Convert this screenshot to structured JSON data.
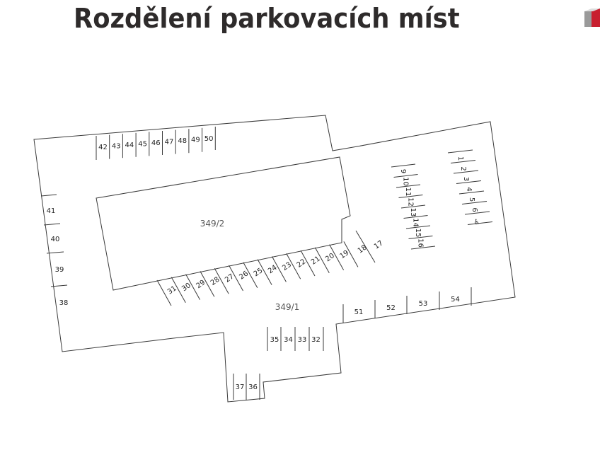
{
  "title": "Rozdělení parkovacích míst",
  "logo": {
    "icon": "brand-logo-icon",
    "colors": [
      "#c8202f",
      "#9a9a9a"
    ]
  },
  "plan": {
    "areas": {
      "building": "349/2",
      "courtyard": "349/1"
    },
    "spots": {
      "top_row": [
        "42",
        "43",
        "44",
        "45",
        "46",
        "47",
        "48",
        "49",
        "50"
      ],
      "left_column": [
        "41",
        "40",
        "39",
        "38"
      ],
      "diagonal_row": [
        "31",
        "30",
        "29",
        "28",
        "27",
        "26",
        "25",
        "24",
        "23",
        "22",
        "21",
        "20",
        "19",
        "18",
        "17"
      ],
      "right_inner_column": [
        "9",
        "10",
        "11",
        "12",
        "13",
        "14",
        "15",
        "16"
      ],
      "right_outer_column": [
        "1",
        "2",
        "3",
        "4",
        "5",
        "6"
      ],
      "accessible_symbol": "♿",
      "bottom_right_row": [
        "51",
        "52",
        "53",
        "54"
      ],
      "center_bottom_row": [
        "35",
        "34",
        "33",
        "32"
      ],
      "entrance_row": [
        "37",
        "36"
      ]
    }
  }
}
